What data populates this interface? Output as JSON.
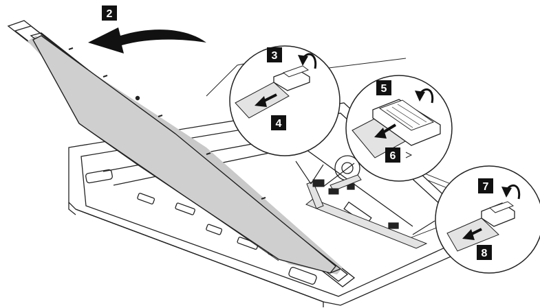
{
  "steps": [
    {
      "id": "2",
      "label": "2",
      "action": "rotate-display"
    },
    {
      "id": "3",
      "label": "3",
      "action": "lift-connector-latch"
    },
    {
      "id": "4",
      "label": "4",
      "action": "pull-connector"
    },
    {
      "id": "5",
      "label": "5",
      "action": "lift-connector-latch"
    },
    {
      "id": "6",
      "label": "6",
      "action": "pull-connector"
    },
    {
      "id": "7",
      "label": "7",
      "action": "lift-connector-latch"
    },
    {
      "id": "8",
      "label": "8",
      "action": "pull-connector"
    }
  ],
  "icons": {
    "rotate": "curved-arrow-icon",
    "pull": "straight-arrow-icon",
    "lift": "curl-arrow-icon"
  },
  "colors": {
    "badge": "#111111",
    "line": "#222222",
    "screen": "#c9c9c9",
    "cable": "#e3e3e3"
  }
}
